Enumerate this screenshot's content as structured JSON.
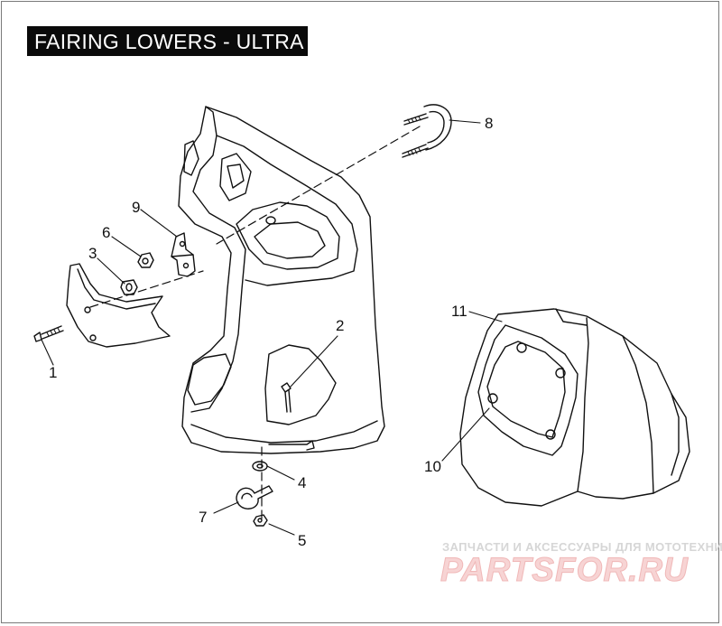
{
  "title": "FAIRING LOWERS - ULTRA",
  "callouts": [
    "1",
    "2",
    "3",
    "4",
    "5",
    "6",
    "7",
    "8",
    "9",
    "10",
    "11"
  ],
  "watermark": {
    "subtitle": "ЗАПЧАСТИ И АКСЕССУАРЫ ДЛЯ МОТОТЕХНИКИ",
    "logo": "PARTSFOR.RU"
  },
  "footer_code": "",
  "colors": {
    "line": "#111111",
    "title_bg": "#0a0a0a",
    "title_fg": "#ffffff",
    "watermark_logo": "#f7d4d4"
  }
}
